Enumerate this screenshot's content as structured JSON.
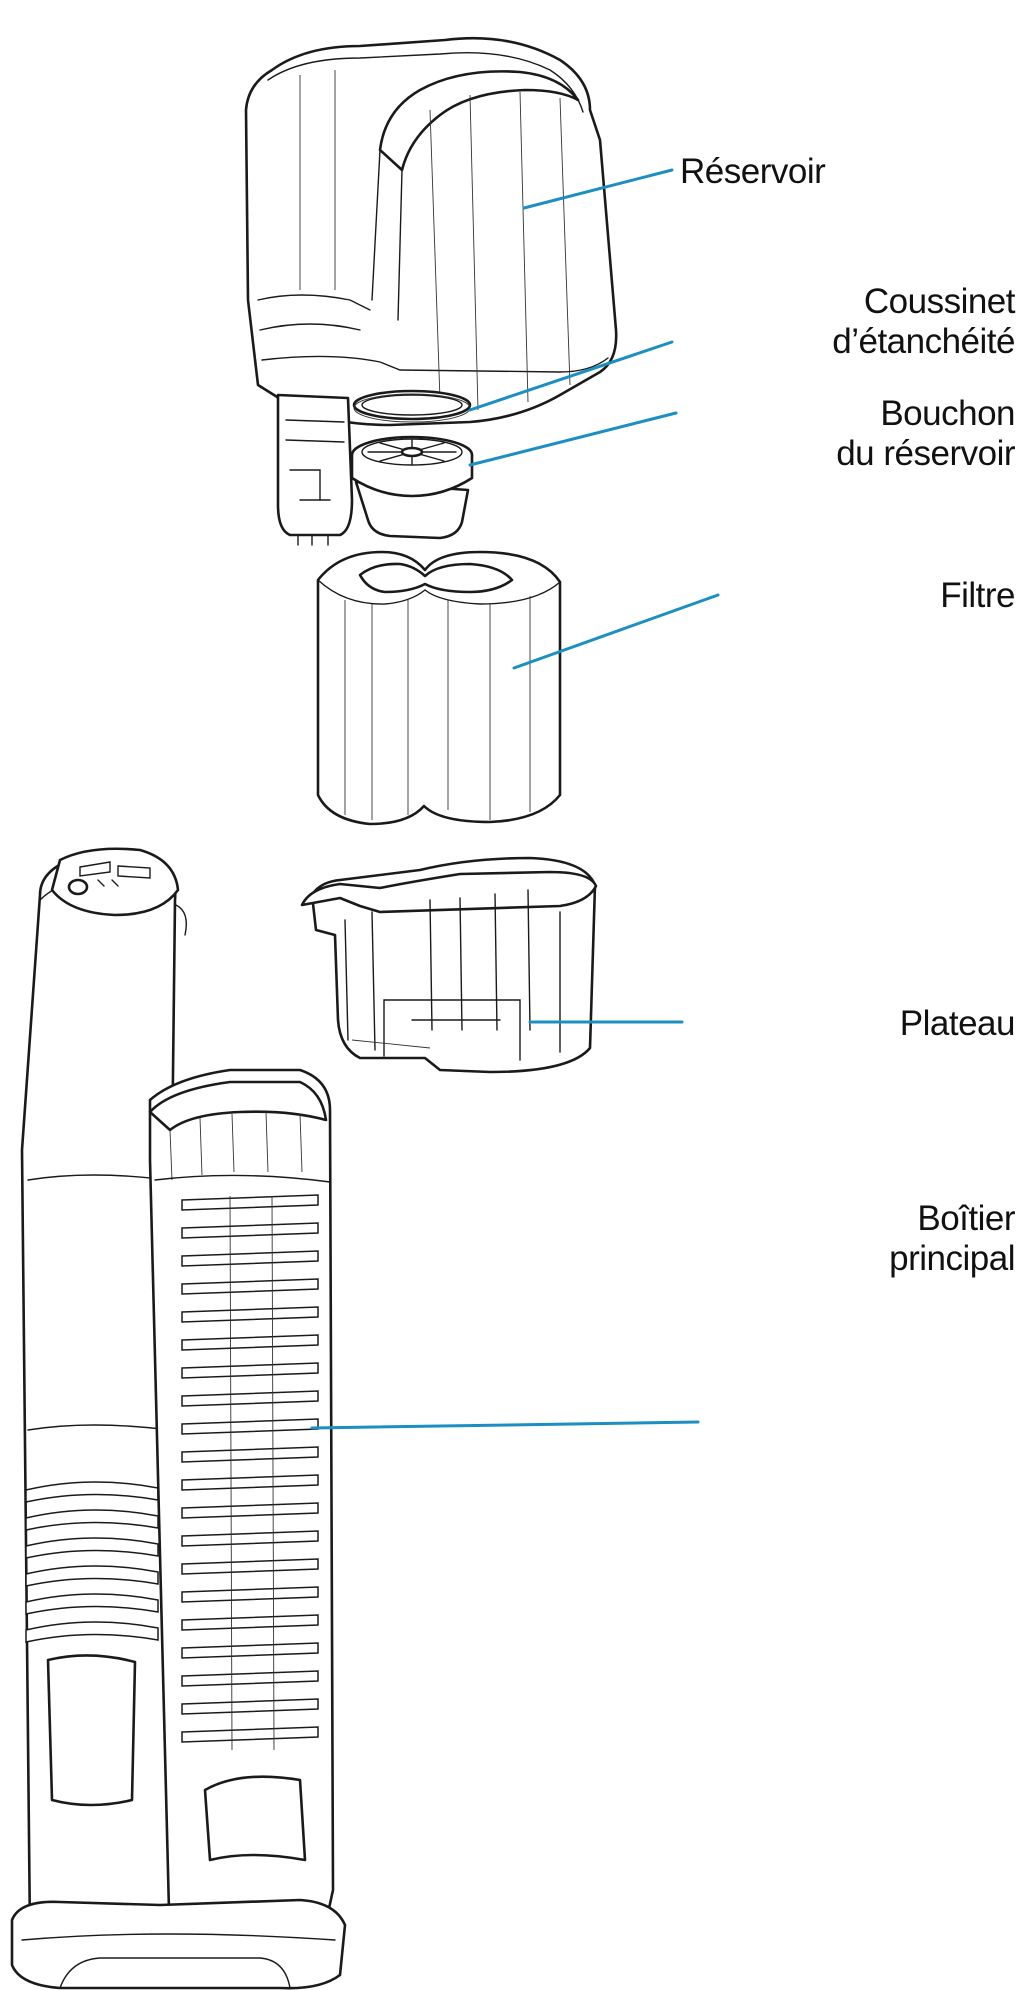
{
  "diagram": {
    "leader_color": "#1b8fc1",
    "parts": [
      {
        "id": "reservoir",
        "lines": [
          "Réservoir"
        ]
      },
      {
        "id": "seal",
        "lines": [
          "Coussinet",
          "d’étanchéité"
        ]
      },
      {
        "id": "cap",
        "lines": [
          "Bouchon",
          "du réservoir"
        ]
      },
      {
        "id": "filter",
        "lines": [
          "Filtre"
        ]
      },
      {
        "id": "tray",
        "lines": [
          "Plateau"
        ]
      },
      {
        "id": "housing",
        "lines": [
          "Boîtier",
          "principal"
        ]
      }
    ]
  }
}
